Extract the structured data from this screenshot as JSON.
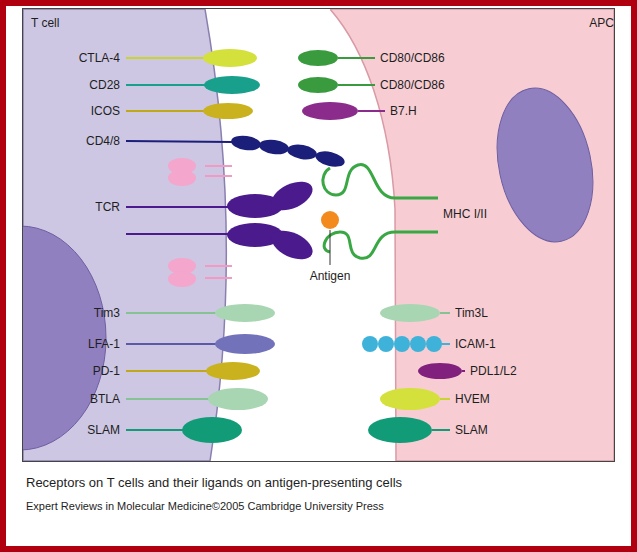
{
  "diagram": {
    "caption": "Receptors on T cells and their ligands on antigen-presenting cells",
    "nodes": [
      {
        "text": [
          "T cell"
        ]
      },
      {
        "text": [
          "APC"
        ]
      }
    ],
    "labels": [
      "CTLA-4",
      "CD80/CD86",
      "CD28",
      "CD80/CD86",
      "ICOS",
      "B7.H",
      "CD4/8",
      "TCR",
      "MHC I/II",
      "Antigen",
      "Tim3",
      "Tim3L",
      "LFA-1",
      "ICAM-1",
      "PD-1",
      "PDL1/L2",
      "BTLA",
      "HVEM",
      "SLAM",
      "SLAM",
      "Expert Reviews in Molecular Medicine©2005 Cambridge University Press"
    ]
  }
}
